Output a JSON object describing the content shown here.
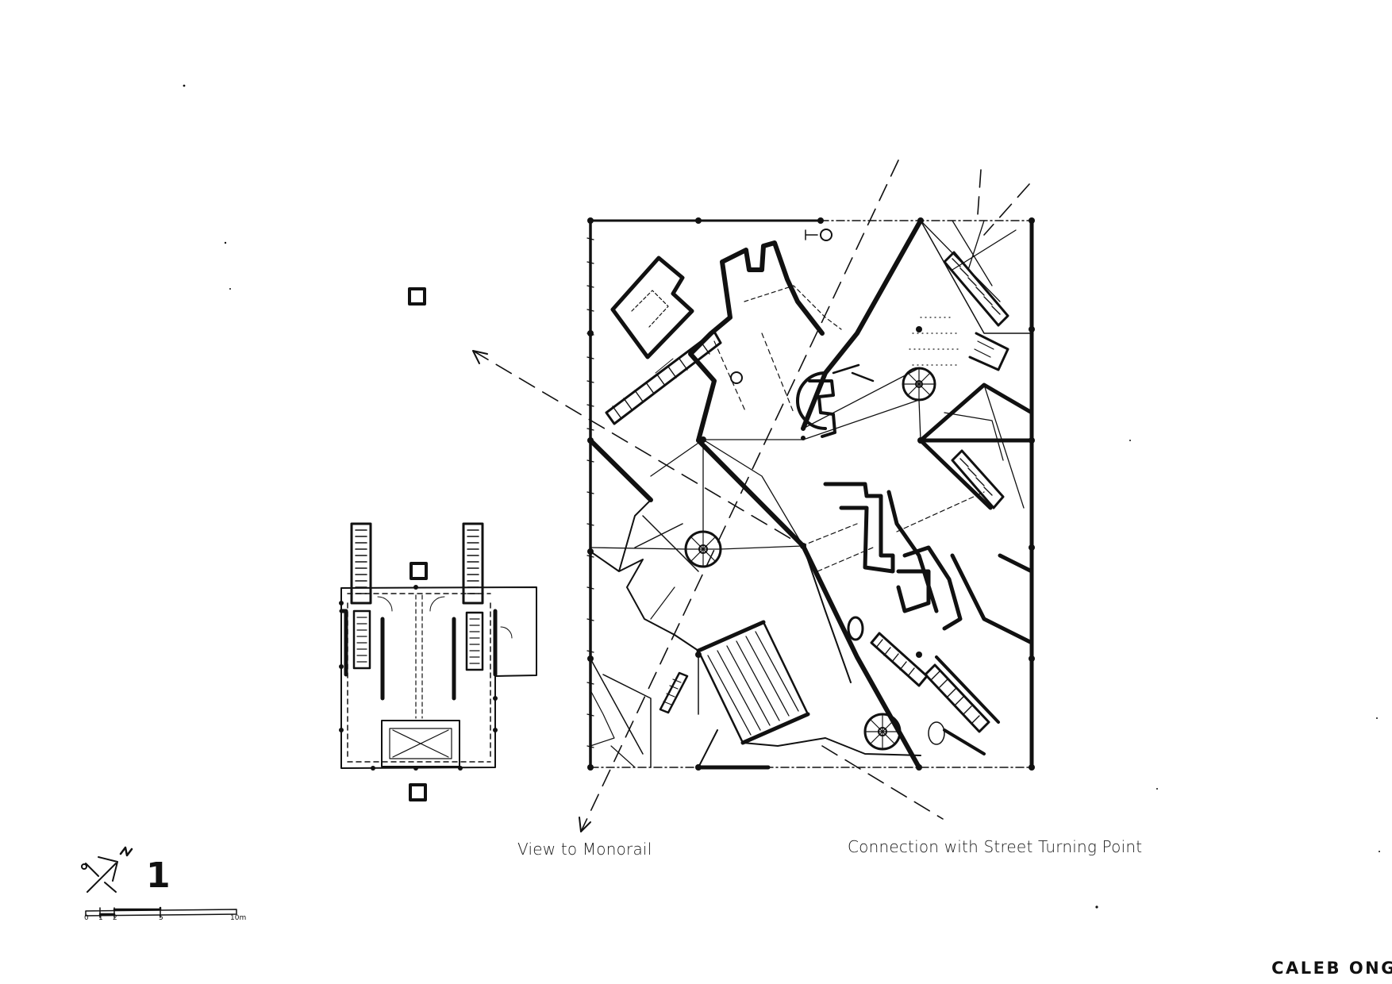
{
  "labels": {
    "view_to_monorail": "View to Monorail",
    "connection_street": "Connection with Street Turning Point"
  },
  "sheet_number": "1",
  "north_arrow": {
    "icon": "north-arrow-icon",
    "letter": "N"
  },
  "scale_bar": {
    "ticks": [
      "0",
      "1",
      "2",
      "5",
      "10m"
    ]
  },
  "author": "CALEB ONG",
  "colors": {
    "ink": "#111111",
    "background": "#ffffff"
  }
}
